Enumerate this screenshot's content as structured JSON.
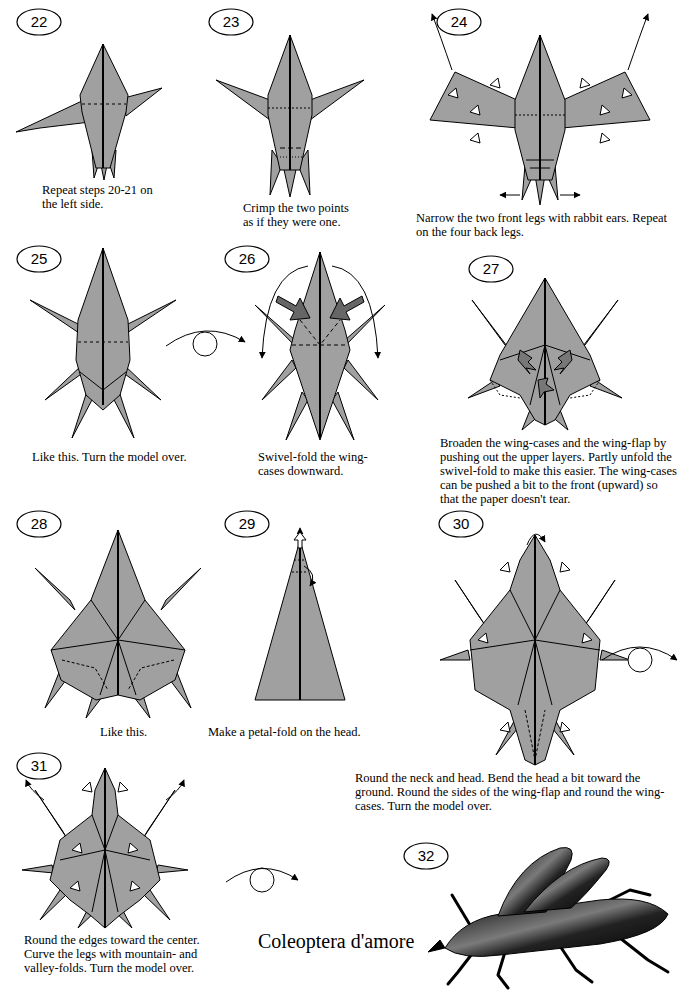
{
  "diagram": {
    "title": "Coleoptera d'amore",
    "nodes": [
      {
        "text": [
          "22"
        ]
      },
      {
        "text": [
          "23"
        ]
      },
      {
        "text": [
          "24"
        ]
      },
      {
        "text": [
          "25"
        ]
      },
      {
        "text": [
          "26"
        ]
      },
      {
        "text": [
          "27"
        ]
      },
      {
        "text": [
          "28"
        ]
      },
      {
        "text": [
          "29"
        ]
      },
      {
        "text": [
          "30"
        ]
      },
      {
        "text": [
          "31"
        ]
      },
      {
        "text": [
          "32"
        ]
      }
    ],
    "labels": [
      "Repeat steps 20-21 on the left side.",
      "Crimp the two points as if they were one.",
      "Narrow the two front legs with rabbit ears. Repeat on the four back legs.",
      "Like this. Turn the model over.",
      "Swivel-fold the wing-cases downward.",
      "Broaden the wing-cases and the wing-flap by pushing out the upper layers. Partly unfold the swivel-fold to make this easier. The wing-cases can be pushed a bit to the front (upward) so that the paper doesn't tear.",
      "Like this.",
      "Make a petal-fold on the head.",
      "Round the neck and head. Bend the head a bit toward the ground. Round the sides of the wing-flap and round the wing-cases. Turn the model over.",
      "Round the edges toward the center. Curve the legs with mountain- and valley-folds. Turn the model over."
    ]
  }
}
